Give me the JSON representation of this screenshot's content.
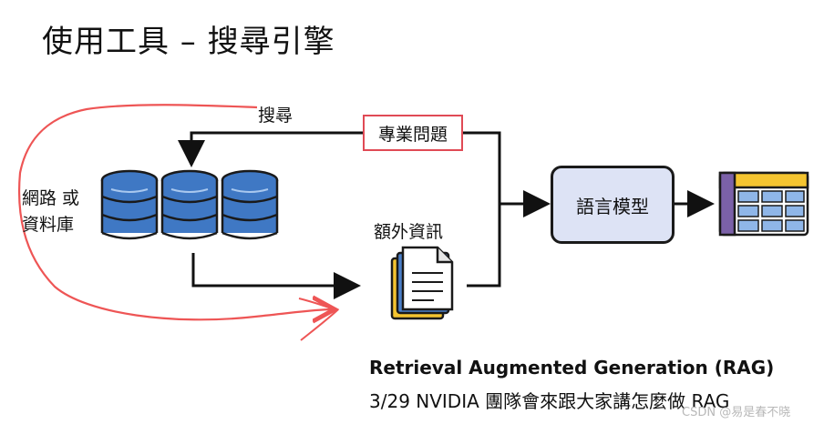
{
  "title": "使用工具 – 搜尋引擎",
  "labels": {
    "search": "搜尋",
    "question": "專業問題",
    "source_line1": "網路 或",
    "source_line2": "資料庫",
    "extra_info": "額外資訊",
    "llm": "語言模型"
  },
  "caption": {
    "line1": "Retrieval Augmented Generation (RAG)",
    "line2": "3/29 NVIDIA 團隊會來跟大家講怎麼做 RAG"
  },
  "watermark": "CSDN @易是春不晓",
  "colors": {
    "database": "#3f78c4",
    "database_dark": "#1a1a1a",
    "red_outline": "#e04a55",
    "llm_fill": "#dde3f5",
    "doc_back": "#f4c430",
    "doc_mid": "#4a7fc9",
    "table_header": "#f4c430",
    "table_col": "#7b61a8",
    "table_cell": "#8fb6e8"
  },
  "icons": [
    "database-icon",
    "document-stack-icon",
    "table-icon"
  ]
}
